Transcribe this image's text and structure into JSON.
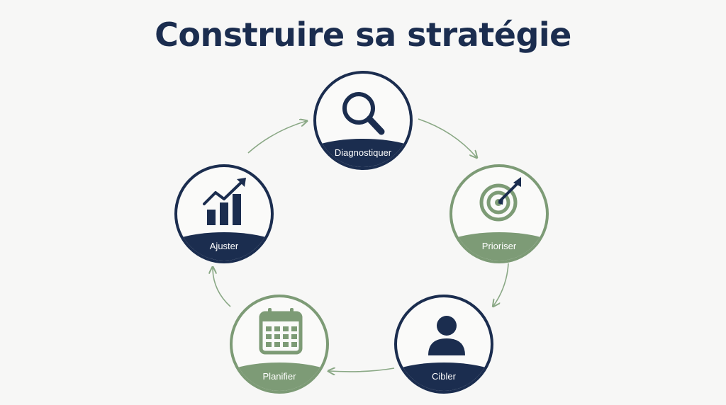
{
  "title": "Construire sa stratégie",
  "colors": {
    "navy": "#1b2d4f",
    "green": "#7d9b76",
    "background": "#f7f7f6"
  },
  "steps": [
    {
      "label": "Diagnostiquer",
      "icon": "magnifying-glass-icon",
      "color": "navy"
    },
    {
      "label": "Prioriser",
      "icon": "target-arrow-icon",
      "color": "green"
    },
    {
      "label": "Cibler",
      "icon": "person-icon",
      "color": "navy"
    },
    {
      "label": "Planifier",
      "icon": "calendar-icon",
      "color": "green"
    },
    {
      "label": "Ajuster",
      "icon": "growth-chart-icon",
      "color": "navy"
    }
  ]
}
